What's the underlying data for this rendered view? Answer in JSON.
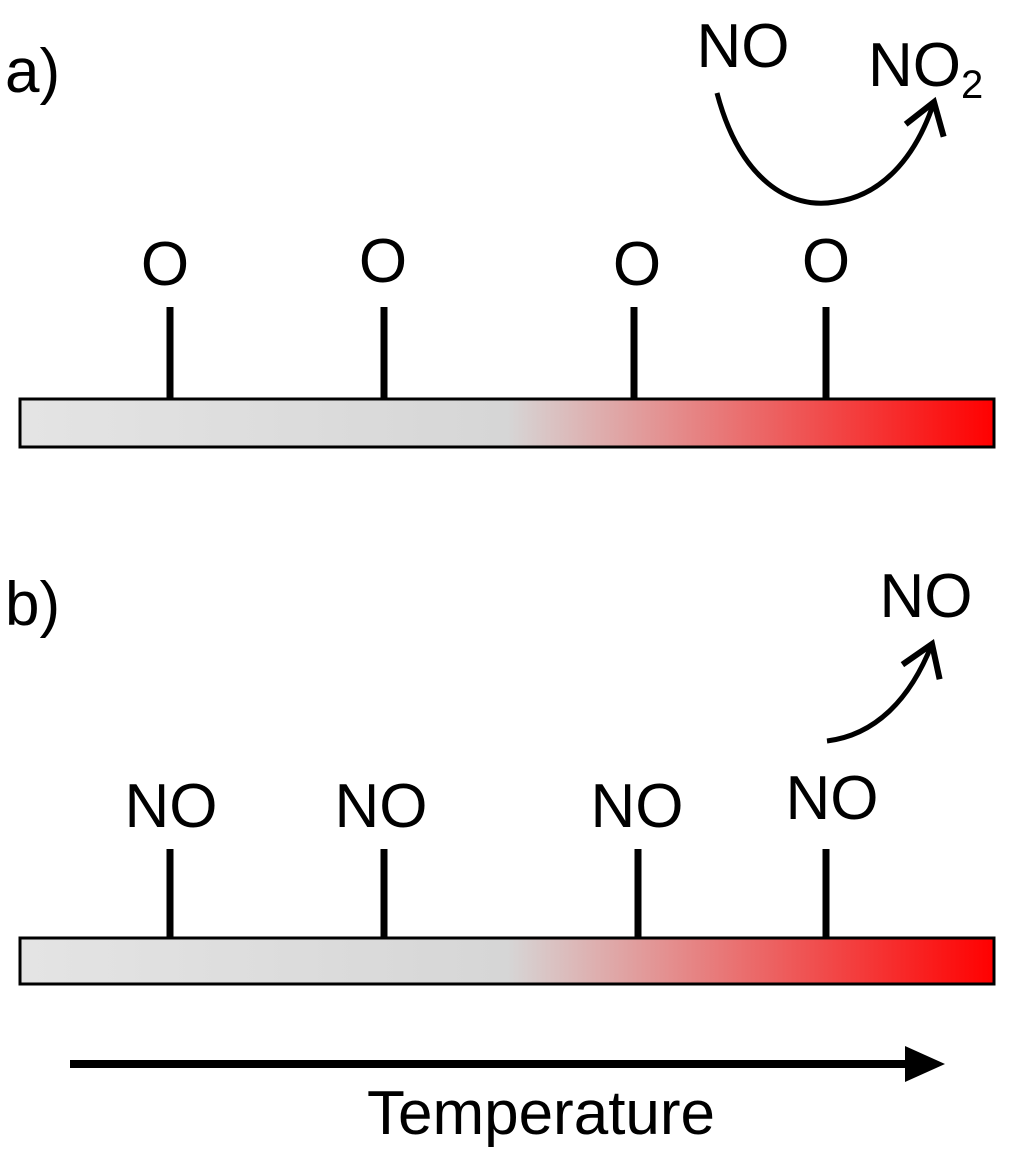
{
  "panel_a": {
    "label": "a)",
    "adsorbates": [
      "O",
      "O",
      "O",
      "O"
    ],
    "reactant": "NO",
    "product": "NO",
    "product_subscript": "2"
  },
  "panel_b": {
    "label": "b)",
    "adsorbates": [
      "NO",
      "NO",
      "NO",
      "NO"
    ],
    "desorbed": "NO"
  },
  "axis": {
    "label": "Temperature"
  },
  "colors": {
    "surface_cold": "#e4e4e4",
    "surface_mid": "#d6d6d6",
    "surface_hot": "#ff0000",
    "ink": "#000000"
  }
}
